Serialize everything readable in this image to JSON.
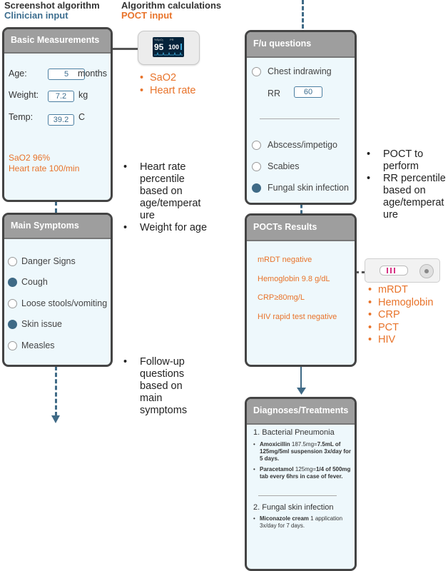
{
  "header": {
    "left_title": "Screenshot algorithm",
    "left_sub": "Clinician input",
    "right_title": "Algorithm calculations",
    "right_sub": "POCT input"
  },
  "basic": {
    "title": "Basic Measurements",
    "age_label": "Age:",
    "age_value": "5",
    "age_unit": "months",
    "weight_label": "Weight:",
    "weight_value": "7.2",
    "weight_unit": "kg",
    "temp_label": "Temp:",
    "temp_value": "39.2",
    "temp_unit": "C",
    "sao2": "SaO2 96%",
    "heart_rate": "Heart rate 100/min"
  },
  "oximeter": {
    "reading_left": "95",
    "reading_right": "100",
    "label_left": "%SpO₂",
    "label_right": "PR",
    "outputs": [
      "SaO2",
      "Heart rate"
    ]
  },
  "notes_basic": [
    "Heart rate percentile based on age/temperat ure",
    "Weight for age"
  ],
  "main_symptoms": {
    "title": "Main Symptoms",
    "options": [
      {
        "label": "Danger Signs",
        "checked": false
      },
      {
        "label": "Cough",
        "checked": true
      },
      {
        "label": "Loose stools/vomiting",
        "checked": false
      },
      {
        "label": "Skin issue",
        "checked": true
      },
      {
        "label": "Measles",
        "checked": false
      }
    ]
  },
  "notes_symptoms": [
    "Follow-up questions based on main symptoms"
  ],
  "fu": {
    "title": "F/u questions",
    "chest": "Chest indrawing",
    "rr_label": "RR",
    "rr_value": "60",
    "abscess": "Abscess/impetigo",
    "scabies": "Scabies",
    "fungal": "Fungal skin infection"
  },
  "notes_fu": [
    "POCT to perform",
    "RR percentile based on age/temperat ure"
  ],
  "pocts": {
    "title": "POCTs Results",
    "results": [
      "mRDT negative",
      "Hemoglobin 9.8 g/dL",
      "CRP≥80mg/L",
      "HIV rapid test negative"
    ]
  },
  "poct_outputs": [
    "mRDT",
    "Hemoglobin",
    "CRP",
    "PCT",
    "HIV"
  ],
  "dx": {
    "title": "Diagnoses/Treatments",
    "d1": "1.  Bacterial Pneumonia",
    "t1a_drug": "Amoxicillin",
    "t1a_rest1": " 187.5mg=",
    "t1a_bold1": "7.5mL of 125mg/5ml suspension 3x/day for 5 days.",
    "t1b_drug": "Paracetamol",
    "t1b_rest": " 125mg=",
    "t1b_bold": "1/4 of 500mg tab every 6hrs in case of fever.",
    "d2": "2.  Fungal skin infection",
    "t2_drug": "Miconazole cream",
    "t2_rest": " 1 application 3x/day for 7 days."
  },
  "colors": {
    "clinician_blue": "#3d6e8f",
    "poct_orange": "#e8732a",
    "card_bg": "#eef8fc",
    "card_header": "#9e9e9e"
  }
}
